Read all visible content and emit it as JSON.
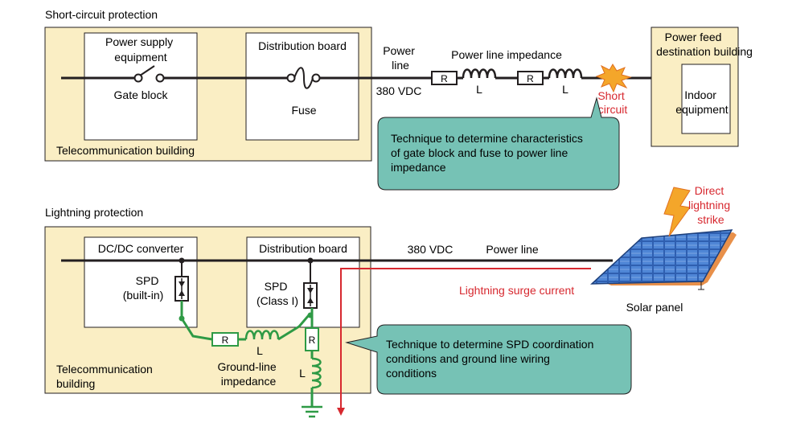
{
  "short_circuit": {
    "section_title": "Short-circuit protection",
    "building_label": "Telecommunication building",
    "power_supply_lines": [
      "Power supply",
      "equipment"
    ],
    "gate_block": "Gate block",
    "distribution_board": "Distribution board",
    "fuse": "Fuse",
    "power_line_lines": [
      "Power",
      "line"
    ],
    "voltage": "380 VDC",
    "impedance_title": "Power line impedance",
    "r_label": "R",
    "l_label": "L",
    "short_circuit_lines": [
      "Short",
      "circuit"
    ],
    "feed_building_lines": [
      "Power feed",
      "destination building"
    ],
    "indoor_equipment_lines": [
      "Indoor",
      "equipment"
    ],
    "technique_lines": [
      "Technique to determine characteristics",
      "of gate block and fuse to power line",
      "impedance"
    ]
  },
  "lightning": {
    "section_title": "Lightning protection",
    "building_lines": [
      "Telecommunication",
      "building"
    ],
    "dcdc_converter": "DC/DC converter",
    "spd_builtin_lines": [
      "SPD",
      "(built-in)"
    ],
    "distribution_board": "Distribution board",
    "spd_class_lines": [
      "SPD",
      "(Class I)"
    ],
    "voltage": "380 VDC",
    "power_line": "Power line",
    "r_label": "R",
    "l_label": "L",
    "ground_impedance_lines": [
      "Ground-line",
      "impedance"
    ],
    "surge_current": "Lightning surge current",
    "solar_panel": "Solar panel",
    "strike_lines": [
      "Direct",
      "lightning",
      "strike"
    ],
    "technique_lines": [
      "Technique to determine SPD coordination",
      "conditions and ground line wiring",
      "conditions"
    ]
  },
  "colors": {
    "building_fill": "#faeec4",
    "callout_fill": "#76c2b5",
    "red": "#d7282f",
    "green": "#2e9a45",
    "lightning": "#f4a62a"
  }
}
